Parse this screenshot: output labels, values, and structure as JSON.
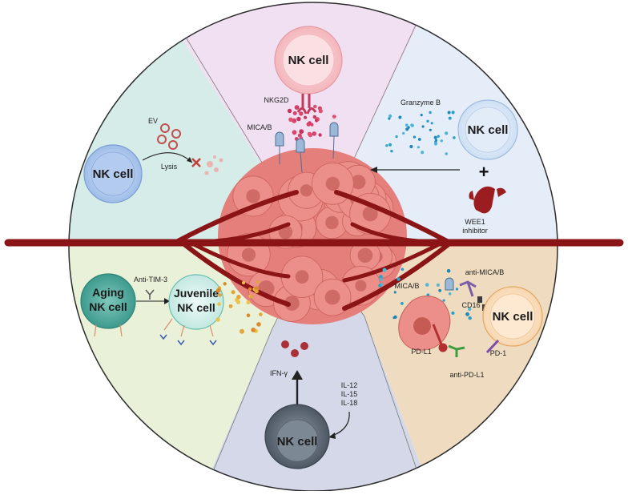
{
  "segments": {
    "top": {
      "cell_label": "NK cell",
      "receptor_label": "NKG2D",
      "ligand_label": "MICA/B"
    },
    "upper_left": {
      "cell_label": "NK cell",
      "ev_label": "EV",
      "lysis_label": "Lysis"
    },
    "upper_right": {
      "granzyme_label": "Granzyme B",
      "cell_label": "NK cell",
      "plus_sign": "+",
      "inhibitor_label_line1": "WEE1",
      "inhibitor_label_line2": "inhibitor"
    },
    "lower_left": {
      "aging_label_line1": "Aging",
      "aging_label_line2": "NK cell",
      "antibody_label": "Anti-TIM-3",
      "juvenile_label_line1": "Juvenile",
      "juvenile_label_line2": "NK cell"
    },
    "bottom": {
      "ifn_label": "IFN-γ",
      "cytokine_1": "IL-12",
      "cytokine_2": "IL-15",
      "cytokine_3": "IL-18",
      "cell_label": "NK cell"
    },
    "lower_right": {
      "anti_mica_label": "anti-MICA/B",
      "mica_label": "MICA/B",
      "cd16_label": "CD16",
      "cell_label": "NK cell",
      "pdl1_label": "PD-L1",
      "pd1_label": "PD-1",
      "anti_pdl1_label": "anti-PD-L1"
    }
  },
  "colors": {
    "top_sector": "#f1dff2",
    "upper_left_sector": "#d5ece8",
    "upper_right_sector": "#e4edf8",
    "lower_left_sector": "#e9f2d8",
    "bottom_sector": "#d4d8e8",
    "lower_right_sector": "#efdcc0",
    "tumor": "#e8807c",
    "vessel": "#8b1416",
    "nk_blue": "#bcd2f0",
    "nk_pink": "#f9d3d6",
    "nk_grey": "#6d7a88",
    "nk_teal": "#5fb3a8",
    "nk_orange": "#fbe8cf"
  }
}
